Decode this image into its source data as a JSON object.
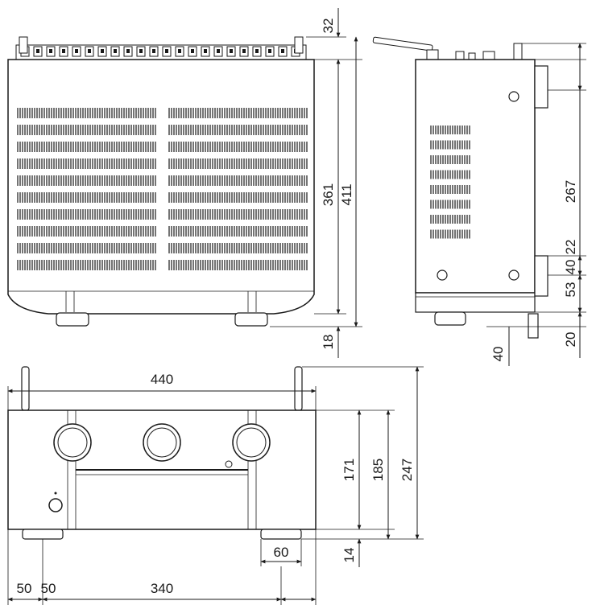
{
  "dimensions": {
    "top_antenna": "32",
    "top_depth_body": "361",
    "top_depth_total": "411",
    "top_feet": "18",
    "side_267": "267",
    "side_22": "22",
    "side_40": "40",
    "side_53": "53",
    "side_20": "20",
    "side_40_bottom": "40",
    "front_width": "440",
    "front_171": "171",
    "front_185": "185",
    "front_247": "247",
    "front_14": "14",
    "front_60": "60",
    "front_50_left": "50",
    "front_50_right": "50",
    "front_340": "340"
  }
}
